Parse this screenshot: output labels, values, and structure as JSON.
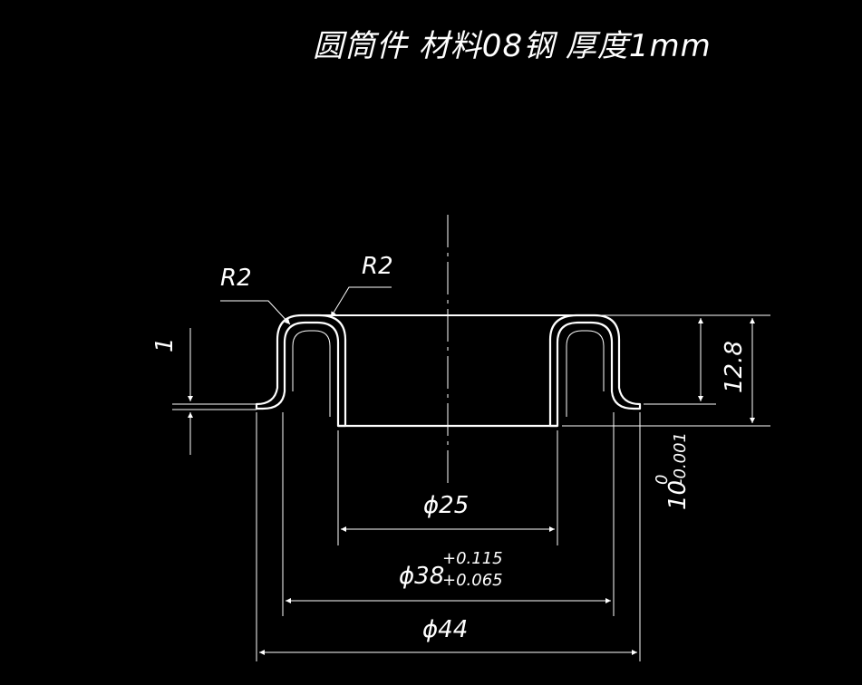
{
  "title": "圆筒件   材料08钢   厚度1mm",
  "dimensions": {
    "radius_left": "R2",
    "radius_right": "R2",
    "thickness": "1",
    "height_total": "12.8",
    "height_flange": "10",
    "height_flange_upper_tol": "0",
    "height_flange_lower_tol": "-0.001",
    "inner_diameter": "ϕ25",
    "mid_diameter": "ϕ38",
    "mid_diameter_upper_tol": "+0.115",
    "mid_diameter_lower_tol": "+0.065",
    "outer_diameter": "ϕ44"
  }
}
